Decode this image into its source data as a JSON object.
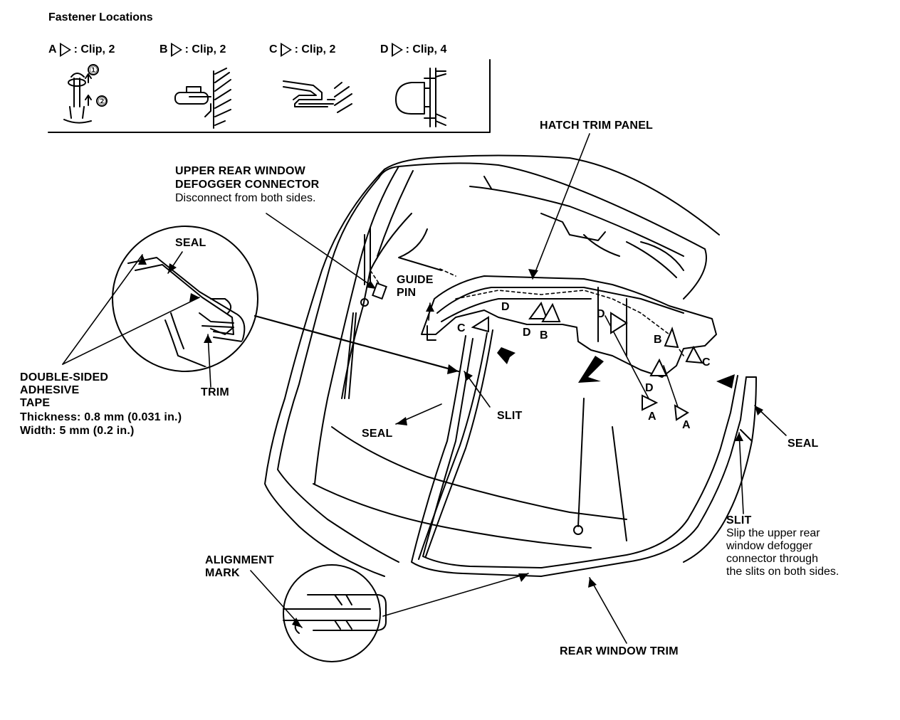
{
  "legend": {
    "title": "Fastener Locations",
    "items": [
      {
        "letter": "A",
        "text": ": Clip, 2"
      },
      {
        "letter": "B",
        "text": ": Clip, 2"
      },
      {
        "letter": "C",
        "text": ": Clip, 2"
      },
      {
        "letter": "D",
        "text": ": Clip, 4"
      }
    ],
    "steps": [
      "①",
      "②"
    ]
  },
  "labels": {
    "hatch_trim_panel": "HATCH TRIM PANEL",
    "defogger_title_1": "UPPER REAR WINDOW",
    "defogger_title_2": "DEFOGGER CONNECTOR",
    "defogger_note": "Disconnect from both sides.",
    "seal_top": "SEAL",
    "guide_pin_1": "GUIDE",
    "guide_pin_2": "PIN",
    "tape_1": "DOUBLE-SIDED",
    "tape_2": "ADHESIVE",
    "tape_3": "TAPE",
    "tape_4": "Thickness: 0.8 mm (0.031 in.)",
    "tape_5": "Width: 5 mm (0.2 in.)",
    "trim": "TRIM",
    "seal_left": "SEAL",
    "slit_center": "SLIT",
    "seal_right": "SEAL",
    "slit_right_title": "SLIT",
    "slit_note_1": "Slip the upper rear",
    "slit_note_2": "window defogger",
    "slit_note_3": "connector through",
    "slit_note_4": "the slits on both sides.",
    "alignment_1": "ALIGNMENT",
    "alignment_2": "MARK",
    "rear_window_trim": "REAR WINDOW TRIM"
  },
  "callouts": {
    "d1": "D",
    "c1": "C",
    "d2": "D",
    "b1": "B",
    "d3": "D",
    "b2": "B",
    "c2": "C",
    "d4": "D",
    "a1": "A",
    "a2": "A"
  }
}
